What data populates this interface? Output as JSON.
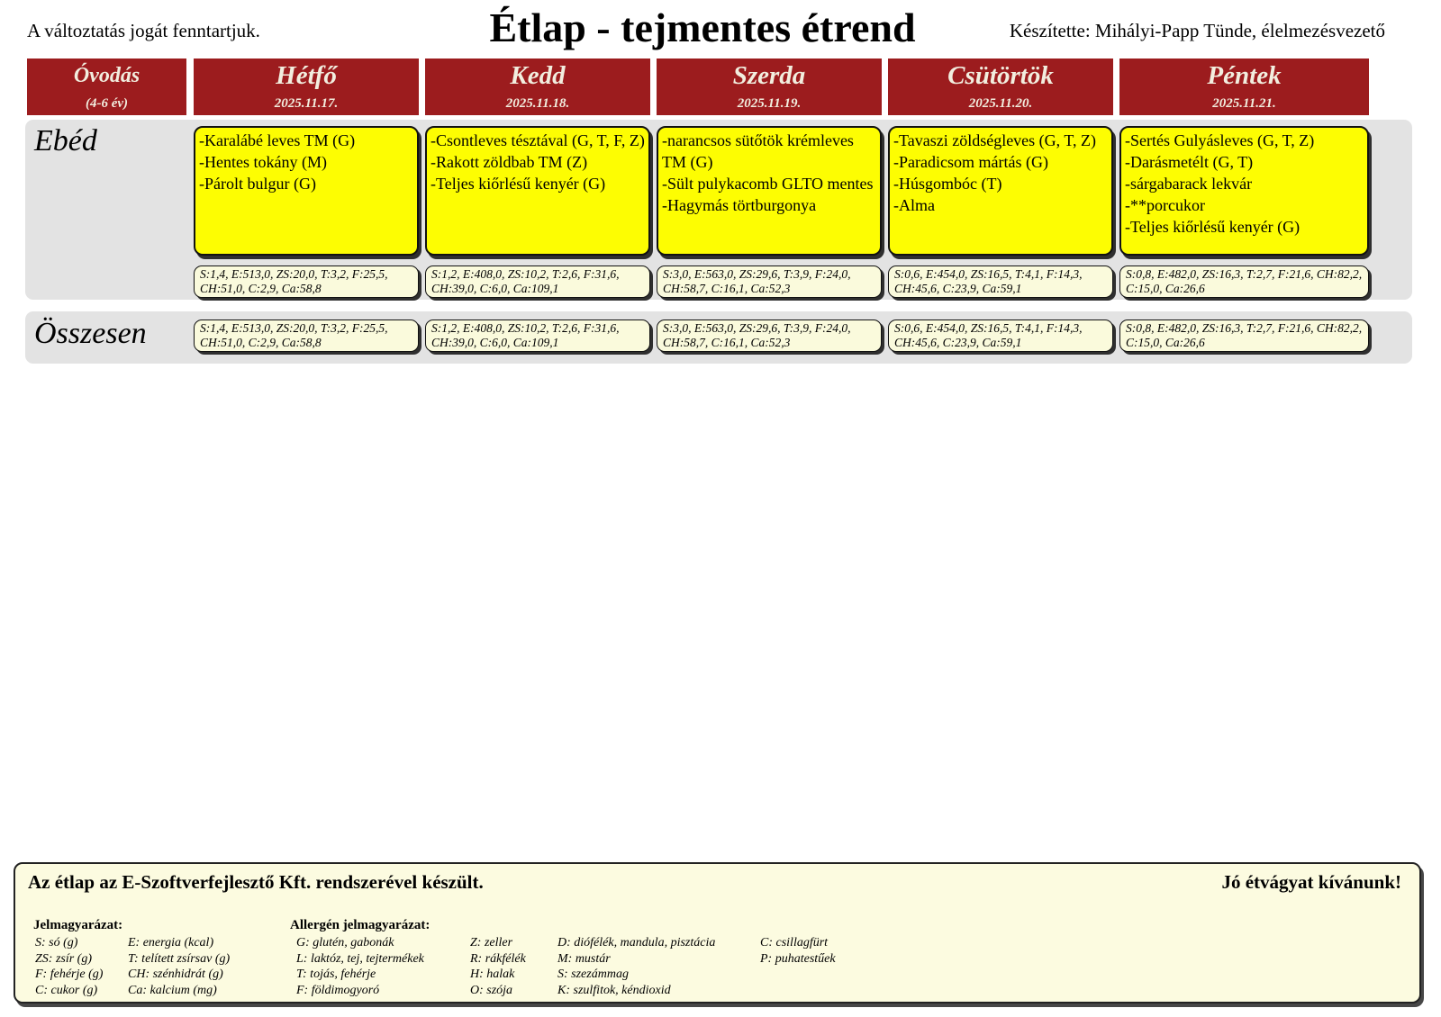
{
  "colors": {
    "header-red": "#9C1C1E",
    "header-text": "#F2EEDF",
    "card-yellow": "#FDFD02",
    "row-gray": "#E3E3E3",
    "nutrition-cream": "#FAFADC",
    "footer-cream": "#FCFBE0"
  },
  "header": {
    "disclaimer": "A változtatás jogát fenntartjuk.",
    "title": "Étlap - tejmentes étrend",
    "prepared_by": "Készítette: Mihályi-Papp Tünde, élelmezésvezető"
  },
  "table": {
    "corner": {
      "label": "Óvodás",
      "age": "(4-6 év)"
    },
    "days": [
      {
        "name": "Hétfő",
        "date": "2025.11.17."
      },
      {
        "name": "Kedd",
        "date": "2025.11.18."
      },
      {
        "name": "Szerda",
        "date": "2025.11.19."
      },
      {
        "name": "Csütörtök",
        "date": "2025.11.20."
      },
      {
        "name": "Péntek",
        "date": "2025.11.21."
      }
    ],
    "lunch": {
      "label": "Ebéd",
      "menus": [
        [
          "-Karalábé leves TM (G)",
          "-Hentes tokány (M)",
          "-Párolt bulgur (G)"
        ],
        [
          "-Csontleves tésztával (G, T, F, Z)",
          "-Rakott zöldbab TM (Z)",
          "-Teljes kiőrlésű kenyér (G)"
        ],
        [
          "-narancsos sütőtök krémleves TM (G)",
          "-Sült pulykacomb GLTO mentes",
          "-Hagymás törtburgonya"
        ],
        [
          "-Tavaszi zöldségleves  (G, T, Z)",
          "-Paradicsom mártás (G)",
          "-Húsgombóc (T)",
          "-Alma"
        ],
        [
          "-Sertés Gulyásleves (G, T, Z)",
          "-Darásmetélt (G, T)",
          "-sárgabarack lekvár",
          "-**porcukor",
          "-Teljes kiőrlésű kenyér (G)"
        ]
      ],
      "nutrition": [
        "S:1,4, E:513,0, ZS:20,0, T:3,2, F:25,5, CH:51,0, C:2,9, Ca:58,8",
        "S:1,2, E:408,0, ZS:10,2, T:2,6, F:31,6, CH:39,0, C:6,0, Ca:109,1",
        "S:3,0, E:563,0, ZS:29,6, T:3,9, F:24,0, CH:58,7, C:16,1, Ca:52,3",
        "S:0,6, E:454,0, ZS:16,5, T:4,1, F:14,3, CH:45,6, C:23,9, Ca:59,1",
        "S:0,8, E:482,0, ZS:16,3, T:2,7, F:21,6, CH:82,2, C:15,0, Ca:26,6"
      ]
    },
    "totals": {
      "label": "Összesen",
      "nutrition": [
        "S:1,4, E:513,0, ZS:20,0, T:3,2, F:25,5, CH:51,0, C:2,9, Ca:58,8",
        "S:1,2, E:408,0, ZS:10,2, T:2,6, F:31,6, CH:39,0, C:6,0, Ca:109,1",
        "S:3,0, E:563,0, ZS:29,6, T:3,9, F:24,0, CH:58,7, C:16,1, Ca:52,3",
        "S:0,6, E:454,0, ZS:16,5, T:4,1, F:14,3, CH:45,6, C:23,9, Ca:59,1",
        "S:0,8, E:482,0, ZS:16,3, T:2,7, F:21,6, CH:82,2, C:15,0, Ca:26,6"
      ]
    }
  },
  "footer": {
    "made_with": "Az étlap az E-Szoftverfejlesztő Kft. rendszerével készült.",
    "bon_appetit": "Jó étvágyat kívánunk!",
    "legend_title": "Jelmagyarázat:",
    "legend_cols": [
      [
        "S: só (g)",
        "ZS: zsír (g)",
        "F: fehérje (g)",
        "C: cukor (g)"
      ],
      [
        "E: energia (kcal)",
        "T: telített zsírsav (g)",
        "CH: szénhidrát (g)",
        "Ca: kalcium (mg)"
      ]
    ],
    "allergen_title": "Allergén jelmagyarázat:",
    "allergen_cols": [
      [
        "G: glutén, gabonák",
        "L: laktóz, tej, tejtermékek",
        "T: tojás, fehérje",
        "F: földimogyoró"
      ],
      [
        "Z: zeller",
        "R: rákfélék",
        "H: halak",
        "O: szója"
      ],
      [
        "D: diófélék, mandula, pisztácia",
        "M: mustár",
        "S: szezámmag",
        "K: szulfitok, kéndioxid"
      ],
      [
        "C: csillagfürt",
        "P: puhatestűek"
      ]
    ]
  }
}
